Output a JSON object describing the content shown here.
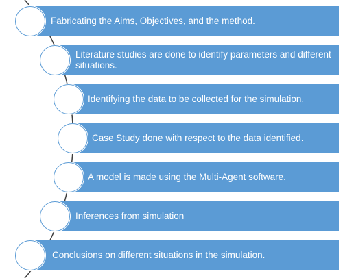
{
  "colors": {
    "bar_fill": "#5b9bd5",
    "bar_text": "#ffffff",
    "circle_fill": "#ffffff",
    "circle_border": "#5b9bd5",
    "connector": "#404040"
  },
  "steps": [
    {
      "text": "Fabricating the Aims, Objectives, and the method."
    },
    {
      "text": "Literature studies are done to identify parameters and different situations."
    },
    {
      "text": "Identifying the data to be collected for the simulation."
    },
    {
      "text": "Case Study done with respect to the data identified."
    },
    {
      "text": "A model is made using the Multi-Agent software."
    },
    {
      "text": "Inferences from simulation"
    },
    {
      "text": "Conclusions on different situations in the simulation."
    }
  ]
}
